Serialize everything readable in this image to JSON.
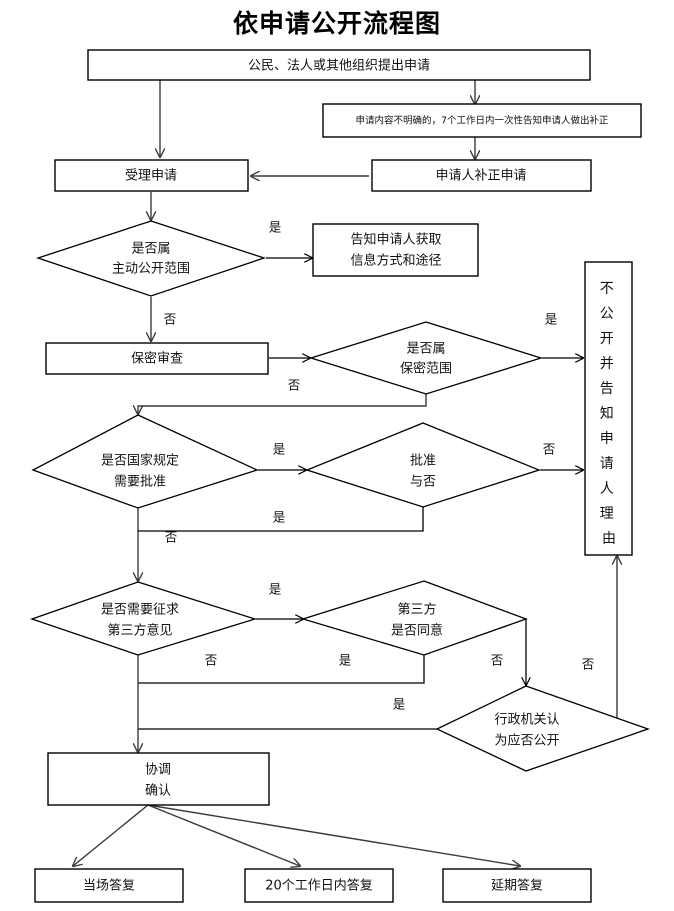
{
  "title": "依申请公开流程图",
  "nodes": {
    "apply": {
      "label": "公民、法人或其他组织提出申请",
      "shape": "box"
    },
    "unclear_notice": {
      "label": "申请内容不明确的，7个工作日内一次性告知申请人做出补正",
      "shape": "box"
    },
    "accept": {
      "label": "受理申请",
      "shape": "box"
    },
    "applicant_fix": {
      "label": "申请人补正申请",
      "shape": "box"
    },
    "is_proactive": {
      "line1": "是否属",
      "line2": "主动公开范围",
      "shape": "diamond"
    },
    "inform_channel": {
      "line1": "告知申请人获取",
      "line2": "信息方式和途径",
      "shape": "box"
    },
    "secrecy_review": {
      "label": "保密审查",
      "shape": "box"
    },
    "is_secret": {
      "line1": "是否属",
      "line2": "保密范围",
      "shape": "diamond"
    },
    "not_public": {
      "label": "不公开并告知申请人理由",
      "shape": "box-vertical"
    },
    "need_approval": {
      "line1": "是否国家规定",
      "line2": "需要批准",
      "shape": "diamond"
    },
    "approved": {
      "line1": "批准",
      "line2": "与否",
      "shape": "diamond"
    },
    "need_third_party": {
      "line1": "是否需要征求",
      "line2": "第三方意见",
      "shape": "diamond"
    },
    "third_party_agree": {
      "line1": "第三方",
      "line2": "是否同意",
      "shape": "diamond"
    },
    "agency_decide": {
      "line1": "行政机关认",
      "line2": "为应否公开",
      "shape": "diamond"
    },
    "coordinate": {
      "line1": "协调",
      "line2": "确认",
      "shape": "box"
    },
    "reply_onsite": {
      "label": "当场答复",
      "shape": "box"
    },
    "reply_20days": {
      "label": "20个工作日内答复",
      "shape": "box"
    },
    "reply_delayed": {
      "label": "延期答复",
      "shape": "box"
    }
  },
  "edge_labels": {
    "proactive_yes": "是",
    "proactive_no": "否",
    "secret_yes": "是",
    "secret_no": "否",
    "approval_yes": "是",
    "approval_yes2": "是",
    "approval_no": "否",
    "approved_no": "否",
    "third_yes": "是",
    "third_no": "否",
    "agree_yes": "是",
    "agree_yes2": "是",
    "agree_no": "否",
    "agency_no": "否"
  },
  "colors": {
    "stroke": "#000000",
    "connector": "#3a3a3a",
    "background": "#ffffff",
    "text": "#111111"
  },
  "chart_data": {
    "type": "diagram",
    "title": "依申请公开流程图",
    "subtype": "flowchart",
    "steps": [
      "公民、法人或其他组织提出申请",
      "申请内容不明确的，7个工作日内一次性告知申请人做出补正",
      "申请人补正申请",
      "受理申请",
      "是否属主动公开范围",
      "告知申请人获取信息方式和途径",
      "保密审查",
      "是否属保密范围",
      "不公开并告知申请人理由",
      "是否国家规定需要批准",
      "批准与否",
      "是否需要征求第三方意见",
      "第三方是否同意",
      "行政机关认为应否公开",
      "协调确认",
      "当场答复",
      "20个工作日内答复",
      "延期答复"
    ],
    "edges": [
      {
        "from": "公民、法人或其他组织提出申请",
        "to": "受理申请",
        "label": ""
      },
      {
        "from": "公民、法人或其他组织提出申请",
        "to": "申请内容不明确的，7个工作日内一次性告知申请人做出补正",
        "label": ""
      },
      {
        "from": "申请内容不明确的，7个工作日内一次性告知申请人做出补正",
        "to": "申请人补正申请",
        "label": ""
      },
      {
        "from": "申请人补正申请",
        "to": "受理申请",
        "label": ""
      },
      {
        "from": "受理申请",
        "to": "是否属主动公开范围",
        "label": ""
      },
      {
        "from": "是否属主动公开范围",
        "to": "告知申请人获取信息方式和途径",
        "label": "是"
      },
      {
        "from": "是否属主动公开范围",
        "to": "保密审查",
        "label": "否"
      },
      {
        "from": "保密审查",
        "to": "是否属保密范围",
        "label": ""
      },
      {
        "from": "是否属保密范围",
        "to": "不公开并告知申请人理由",
        "label": "是"
      },
      {
        "from": "是否属保密范围",
        "to": "是否国家规定需要批准",
        "label": "否"
      },
      {
        "from": "是否国家规定需要批准",
        "to": "批准与否",
        "label": "是"
      },
      {
        "from": "是否国家规定需要批准",
        "to": "是否需要征求第三方意见",
        "label": "否"
      },
      {
        "from": "批准与否",
        "to": "不公开并告知申请人理由",
        "label": "否"
      },
      {
        "from": "批准与否",
        "to": "是否需要征求第三方意见",
        "label": "是"
      },
      {
        "from": "是否需要征求第三方意见",
        "to": "第三方是否同意",
        "label": "是"
      },
      {
        "from": "是否需要征求第三方意见",
        "to": "协调确认",
        "label": "否"
      },
      {
        "from": "第三方是否同意",
        "to": "协调确认",
        "label": "是"
      },
      {
        "from": "第三方是否同意",
        "to": "行政机关认为应否公开",
        "label": "否"
      },
      {
        "from": "行政机关认为应否公开",
        "to": "协调确认",
        "label": "是"
      },
      {
        "from": "行政机关认为应否公开",
        "to": "不公开并告知申请人理由",
        "label": "否"
      },
      {
        "from": "协调确认",
        "to": "当场答复",
        "label": ""
      },
      {
        "from": "协调确认",
        "to": "20个工作日内答复",
        "label": ""
      },
      {
        "from": "协调确认",
        "to": "延期答复",
        "label": ""
      }
    ]
  }
}
